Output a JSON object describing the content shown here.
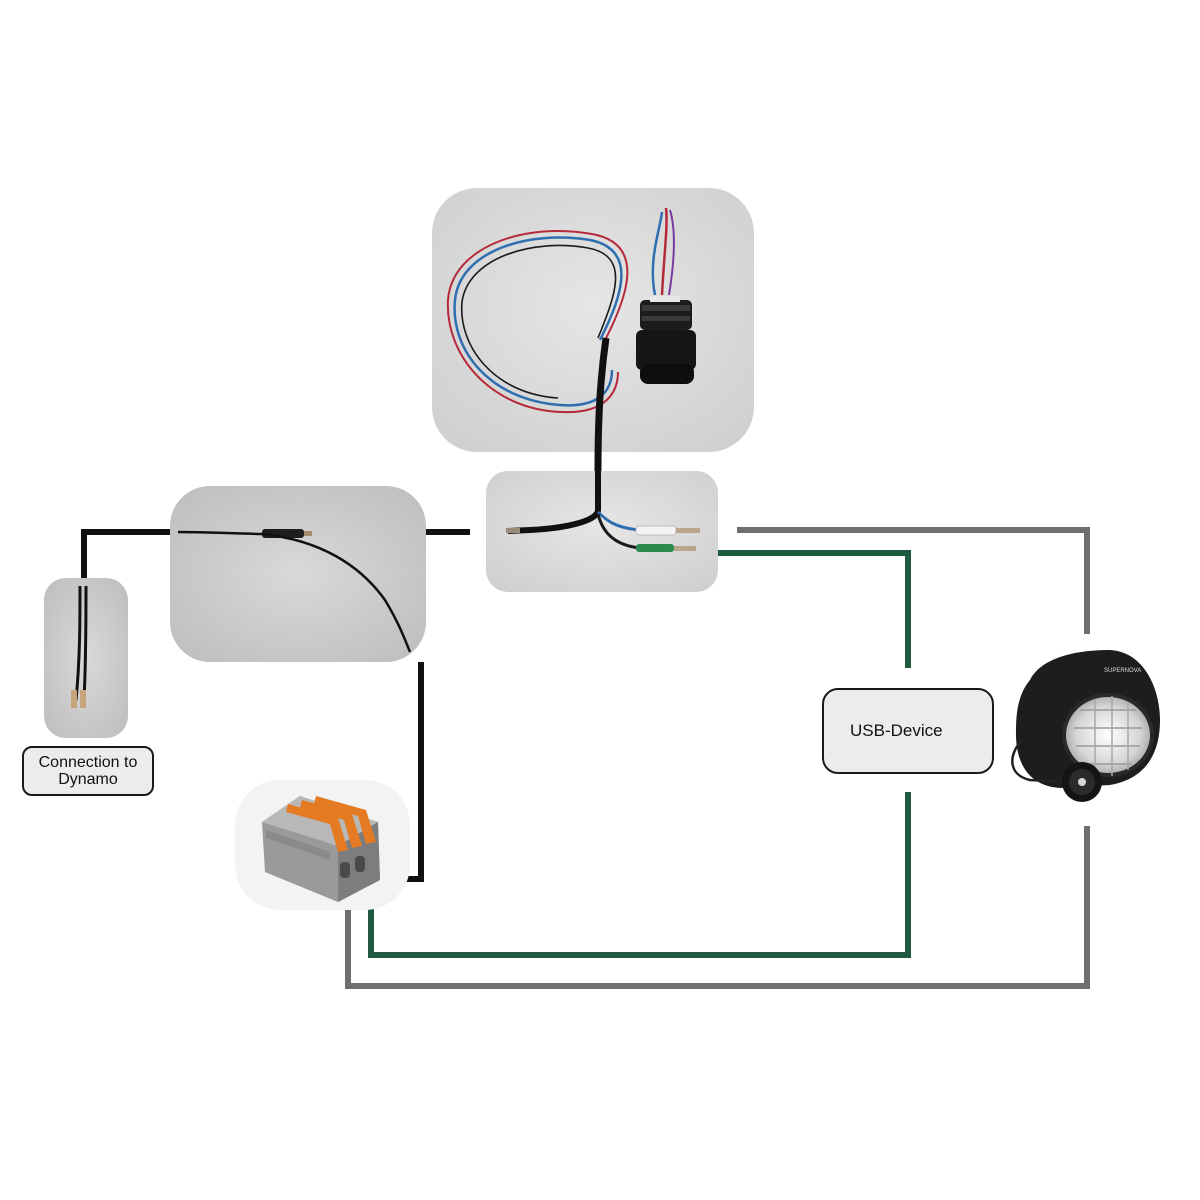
{
  "labels": {
    "dynamo_line1": "Connection to",
    "dynamo_line2": "Dynamo",
    "usb_device": "USB-Device"
  },
  "components": [
    {
      "id": "usb-socket",
      "icon": "usb-socket-with-cable-photo"
    },
    {
      "id": "cable-ends",
      "icon": "cable-ends-photo"
    },
    {
      "id": "cable-splice",
      "icon": "spliced-cable-photo"
    },
    {
      "id": "dynamo-wires",
      "icon": "dynamo-wire-ends-photo"
    },
    {
      "id": "lever-connector",
      "icon": "lever-connector-photo"
    },
    {
      "id": "headlight",
      "icon": "bicycle-headlight-photo"
    }
  ],
  "wire_colors": {
    "black": "#111111",
    "green": "#1e5b3e",
    "gray": "#6f6f6f",
    "blue": "#2f6fb0",
    "red": "#b52a3a"
  }
}
